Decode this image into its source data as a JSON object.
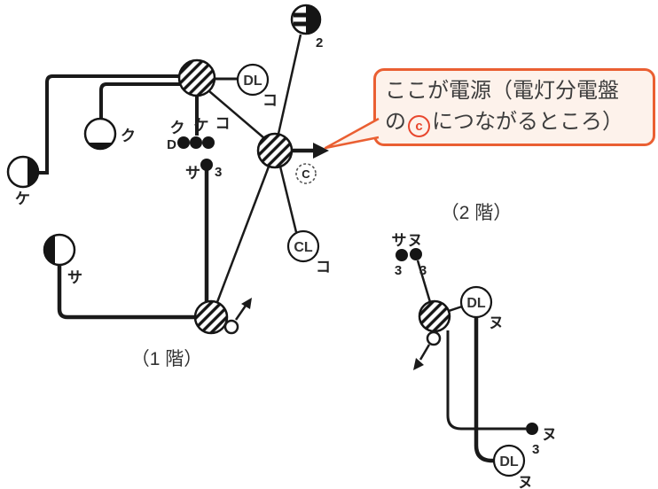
{
  "colors": {
    "accent": "#ea5f32",
    "callout_bg": "#fdf2eb",
    "wire": "#1a1a1a"
  },
  "callout": {
    "line1": "ここが電源（電灯分電盤",
    "line2_prefix": "の",
    "circled_c": "c",
    "line2_suffix": "につながるところ）"
  },
  "floor1": {
    "caption": "（1 階）",
    "outlet_count": "2",
    "downlight_label": "DL",
    "downlight_suffix": "コ",
    "ceiling_light_label": "CL",
    "ceiling_light_suffix": "コ",
    "switch_row_prefix": "D",
    "switch_labels": [
      "ク",
      "ケ",
      "コ"
    ],
    "three_way_switch_label": "サ",
    "three_way_switch_ways": "3",
    "lamp_ku": "ク",
    "lamp_ke": "ケ",
    "lamp_sa": "サ",
    "source_circle_label": "C"
  },
  "floor2": {
    "caption": "（2 階）",
    "switch_left_label": "サ",
    "switch_right_label": "ヌ",
    "switch_left_ways": "3",
    "switch_right_ways": "3",
    "downlight1_label": "DL",
    "downlight1_suffix": "ヌ",
    "downlight2_label": "DL",
    "downlight2_suffix": "ヌ",
    "branch_switch_label": "ヌ",
    "branch_switch_ways": "3"
  }
}
